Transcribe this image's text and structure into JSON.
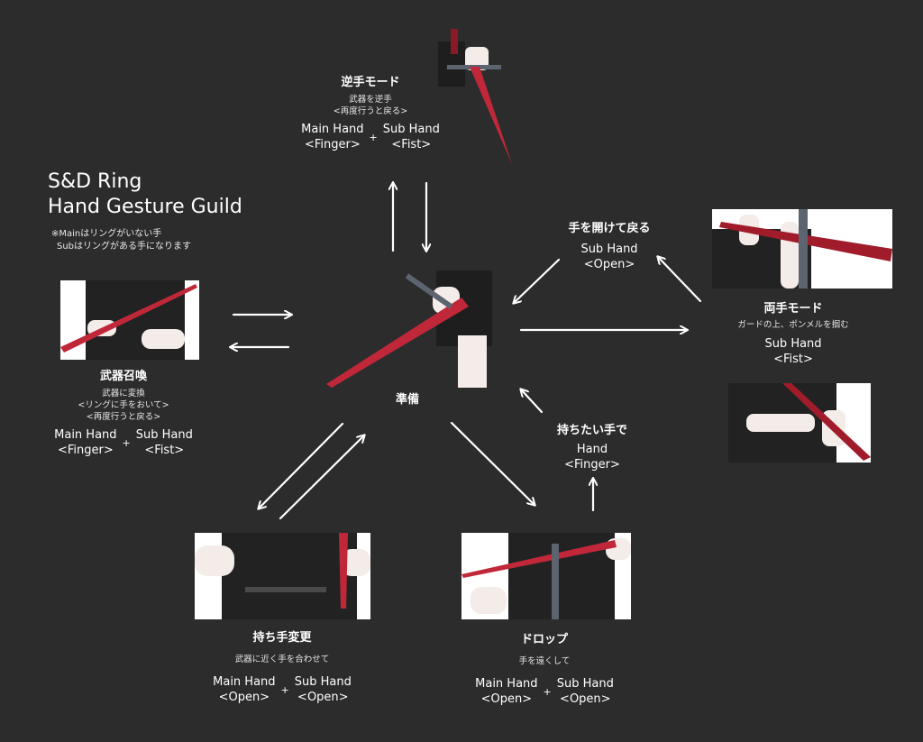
{
  "title": {
    "line1": "S&D Ring",
    "line2": "Hand Gesture Guild"
  },
  "notes": [
    "※Mainはリングがいない手",
    "Subはリングがある手になります"
  ],
  "nodes": {
    "gyakute": {
      "heading": "逆手モード",
      "desc": [
        "武器を逆手",
        "<再度行うと戻る>"
      ],
      "main": [
        "Main Hand",
        "<Finger>"
      ],
      "sub": [
        "Sub Hand",
        "<Fist>"
      ]
    },
    "summon": {
      "heading": "武器召喚",
      "desc": [
        "武器に変換",
        "<リングに手をおいて>",
        "<再度行うと戻る>"
      ],
      "main": [
        "Main Hand",
        "<Finger>"
      ],
      "sub": [
        "Sub Hand",
        "<Fist>"
      ]
    },
    "ready": {
      "heading": "準備"
    },
    "release": {
      "heading": "手を開けて戻る",
      "lines": [
        "Sub Hand",
        "<Open>"
      ]
    },
    "twohand": {
      "heading": "両手モード",
      "desc": [
        "ガードの上、ポンメルを掴む"
      ],
      "lines": [
        "Sub Hand",
        "<Fist>"
      ]
    },
    "hold": {
      "heading": "持ちたい手で",
      "lines": [
        "Hand",
        "<Finger>"
      ]
    },
    "switch": {
      "heading": "持ち手変更",
      "desc": [
        "武器に近く手を合わせて"
      ],
      "main": [
        "Main Hand",
        "<Open>"
      ],
      "sub": [
        "Sub Hand",
        "<Open>"
      ]
    },
    "drop": {
      "heading": "ドロップ",
      "desc": [
        "手を遠くして"
      ],
      "main": [
        "Main Hand",
        "<Open>"
      ],
      "sub": [
        "Sub Hand",
        "<Open>"
      ]
    }
  },
  "plus": "+",
  "colors": {
    "background": "#2c2c2c",
    "text": "#ffffff",
    "blade": "#c0283a",
    "cloth": "#1e1e1e"
  }
}
